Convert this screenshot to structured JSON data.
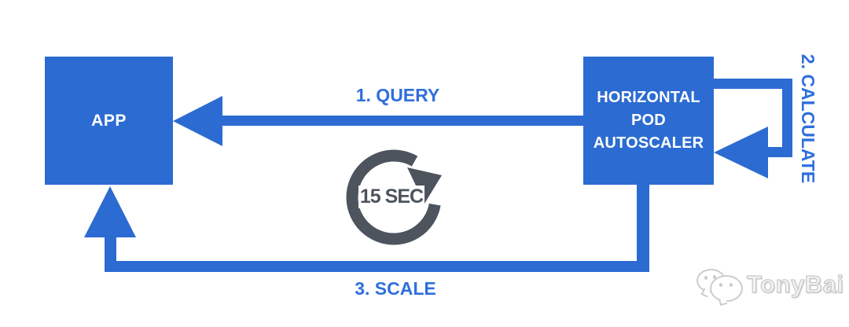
{
  "colors": {
    "primary_blue": "#2c6bd2",
    "label_blue": "#2f6fdd",
    "timer_gray": "#4d545e",
    "watermark_gray": "#cccccc"
  },
  "diagram": {
    "app_node": {
      "label": "APP"
    },
    "hpa_node": {
      "line1": "HORIZONTAL",
      "line2": "POD",
      "line3": "AUTOSCALER"
    },
    "edges": {
      "query": {
        "label": "1. QUERY"
      },
      "calculate": {
        "label": "2. CALCULATE"
      },
      "scale": {
        "label": "3. SCALE"
      }
    },
    "timer": {
      "label": "15 SEC"
    }
  },
  "watermark": {
    "text": "TonyBai",
    "icon": "wechat-icon"
  }
}
